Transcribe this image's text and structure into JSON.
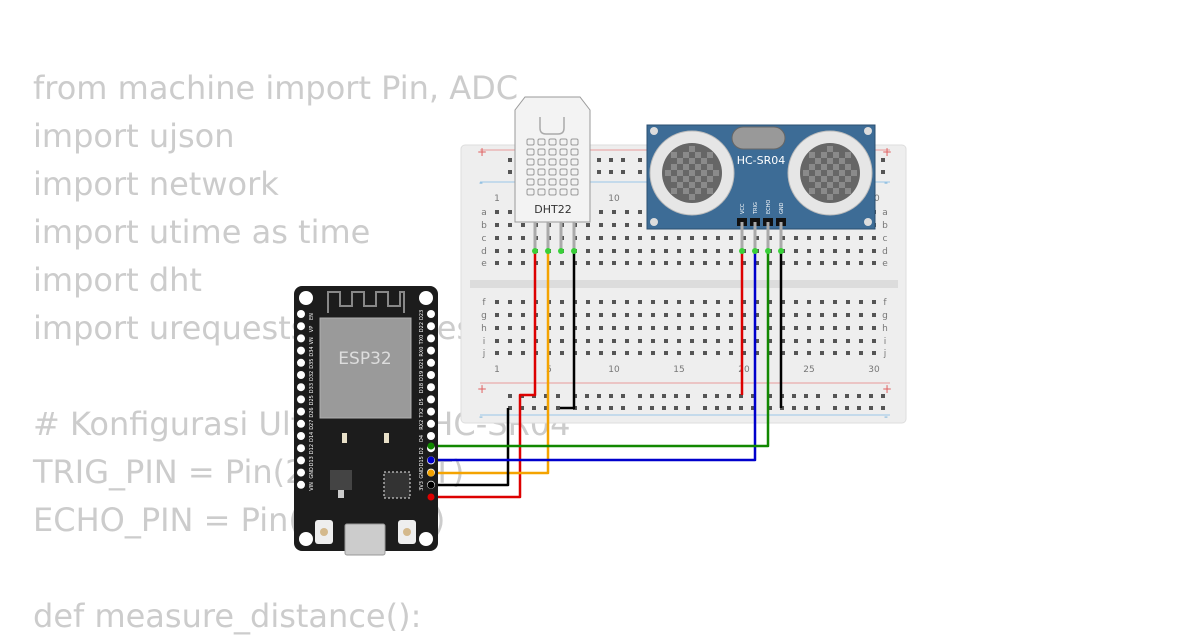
{
  "code_lines": [
    "from machine import Pin, ADC",
    "import ujson",
    "import network",
    "import utime as time",
    "import dht",
    "import urequests as requests",
    "",
    "# Konfigurasi Ultrasonic HC-SR04",
    "TRIG_PIN = Pin(2, Pin.OUT)",
    "ECHO_PIN = Pin(4, Pin.IN)",
    "",
    "def measure_distance():"
  ],
  "breadboard": {
    "col_numbers": [
      "1",
      "5",
      "10",
      "15",
      "20",
      "25",
      "30"
    ],
    "rows_top": [
      "a",
      "b",
      "c",
      "d",
      "e"
    ],
    "rows_bottom": [
      "f",
      "g",
      "h",
      "i",
      "j"
    ],
    "plus": "+",
    "minus": "-"
  },
  "esp32": {
    "label": "ESP32",
    "pins_left": [
      "EN",
      "VP",
      "VN",
      "D34",
      "D35",
      "D32",
      "D33",
      "D25",
      "D26",
      "D27",
      "D14",
      "D12",
      "D13",
      "GND",
      "VIN"
    ],
    "pins_right": [
      "D23",
      "D22",
      "TX0",
      "RX0",
      "D21",
      "D19",
      "D18",
      "D5",
      "TX2",
      "RX2",
      "D4",
      "D2",
      "D15",
      "GND",
      "3V3"
    ]
  },
  "dht22": {
    "label": "DHT22"
  },
  "hcsr04": {
    "label": "HC-SR04",
    "pins": [
      "VCC",
      "TRIG",
      "ECHO",
      "GND"
    ]
  },
  "wire_colors": {
    "power": "#dd0000",
    "ground": "#000000",
    "dht_data": "#f4a300",
    "trig": "#0000cc",
    "echo": "#118800"
  }
}
